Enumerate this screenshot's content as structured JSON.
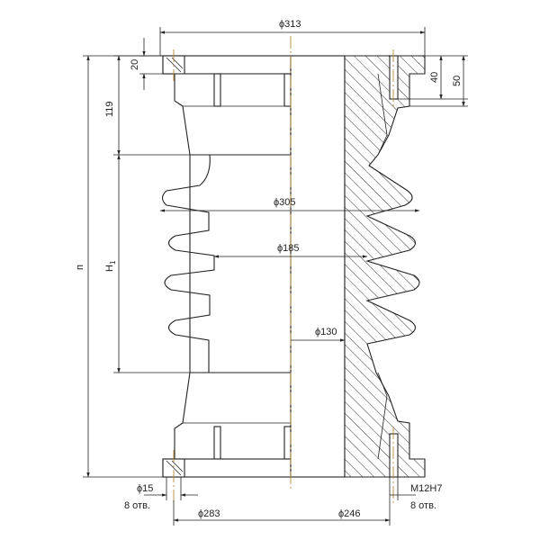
{
  "dimensions": {
    "top_flange_diameter": "ϕ313",
    "flange_thickness": "20",
    "height_119": "119",
    "h1": "H",
    "h1_sub": "1",
    "total_height": "п",
    "depth_40": "40",
    "depth_50": "50",
    "shed_diameter": "ϕ305",
    "core_diameter": "ϕ185",
    "bore_diameter": "ϕ130",
    "hole_diameter": "ϕ15",
    "holes_count_left": "8 отв.",
    "bolt_circle": "ϕ283",
    "inner_circle": "ϕ246",
    "thread": "M12H7",
    "holes_count_right": "8 отв."
  }
}
